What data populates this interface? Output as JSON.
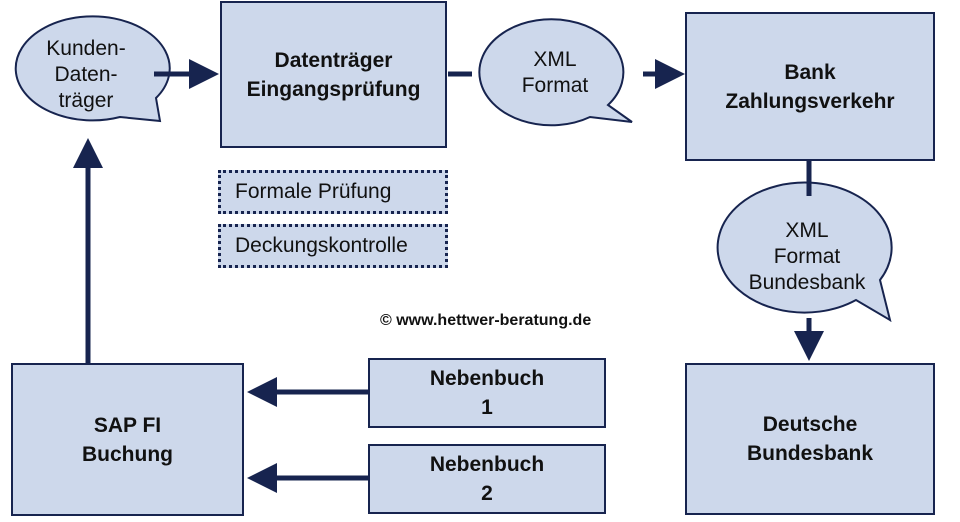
{
  "nodes": {
    "kunden_datentraeger": [
      "Kunden-",
      "Daten-",
      "träger"
    ],
    "datentraeger_pruefung": [
      "Datenträger",
      "Eingangsprüfung"
    ],
    "xml_format": [
      "XML",
      "Format"
    ],
    "bank_zahlungsverkehr": [
      "Bank",
      "Zahlungsverkehr"
    ],
    "formale_pruefung": "Formale Prüfung",
    "deckungskontrolle": "Deckungskontrolle",
    "xml_format_bundesbank": [
      "XML",
      "Format",
      "Bundesbank"
    ],
    "sap_fi_buchung": [
      "SAP FI",
      "Buchung"
    ],
    "nebenbuch_1": [
      "Nebenbuch",
      "1"
    ],
    "nebenbuch_2": [
      "Nebenbuch",
      "2"
    ],
    "deutsche_bundesbank": [
      "Deutsche",
      "Bundesbank"
    ]
  },
  "copyright": "© www.hettwer-beratung.de",
  "colors": {
    "box_fill": "#cdd8eb",
    "stroke": "#17244f"
  }
}
